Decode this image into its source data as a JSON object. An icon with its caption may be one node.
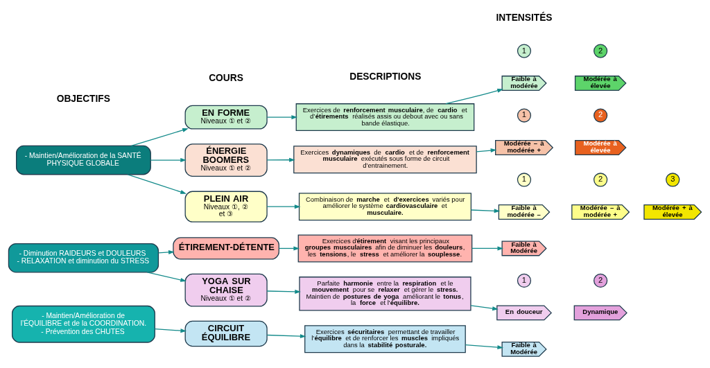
{
  "diagram": {
    "nodes": [
      {
        "text": [
          "- Maintien/Amélioration de la SANTÉ PHYSIQUE GLOBALE"
        ]
      },
      {
        "text": [
          "EN FORME",
          "Niveaux ① et ②"
        ]
      },
      {
        "text": [
          "ÉNERGIE BOOMERS",
          "Niveaux ① et ②"
        ]
      },
      {
        "text": [
          "PLEIN AIR",
          "Niveaux ①, ② et ③"
        ]
      },
      {
        "text": [
          "Exercices de **renforcement musculaire**, de **cardio** et d’**étirements** réalisés assis ou debout avec ou sans bande élastique."
        ]
      },
      {
        "text": [
          "Exercices **dynamiques** de **cardio** et de **renforcement musculaire** exécutés sous forme de circuit d’entrainement."
        ]
      },
      {
        "text": [
          "Combinaison de **marche** et **d'exercices** variés pour améliorer le système **cardiovasculaire** et **musculaire.**"
        ]
      },
      {
        "text": [
          "Faible à modérée"
        ],
        "beside": [
          "1"
        ]
      },
      {
        "text": [
          "Modérée à élevée"
        ],
        "beside": [
          "2"
        ]
      },
      {
        "text": [
          "Modérée – à modérée +"
        ],
        "beside": [
          "1"
        ]
      },
      {
        "text": [
          "Modérée à élevée"
        ],
        "beside": [
          "2"
        ]
      },
      {
        "text": [
          "Faible à modérée –"
        ],
        "beside": [
          "1"
        ]
      },
      {
        "text": [
          "Modérée – à modérée +"
        ],
        "beside": [
          "2"
        ]
      },
      {
        "text": [
          "Modérée + à élevée"
        ],
        "beside": [
          "3"
        ]
      },
      {
        "text": [
          "- Diminution RAIDEURS et DOULEURS",
          "- RELAXATION et diminution du STRESS"
        ]
      },
      {
        "text": [
          "ÉTIREMENT-DÉTENTE"
        ]
      },
      {
        "text": [
          "YOGA SUR CHAISE",
          "Niveaux ① et ②"
        ]
      },
      {
        "text": [
          "Exercices d’**étirement** visant les principaux **groupes musculaires** afin de diminuer les **douleurs**, les **tensions**, le **stress** et améliorer la **souplesse**."
        ]
      },
      {
        "text": [
          "Parfaite **harmonie** entre la **respiration** et le **mouvement** pour se **relaxer** et gérer le **stress.** Maintien de **postures de yoga** améliorant le **tonus**, la **force** et l'**équilibre.**"
        ]
      },
      {
        "text": [
          "Faible à Modérée"
        ]
      },
      {
        "text": [
          "En douceur"
        ],
        "beside": [
          "1"
        ]
      },
      {
        "text": [
          "Dynamique"
        ],
        "beside": [
          "2"
        ]
      },
      {
        "text": [
          "- Maintien/Amélioration de l’ÉQUILIBRE et de la COORDINATION.",
          "- Prévention des CHUTES"
        ]
      },
      {
        "text": [
          "CIRCUIT ÉQUILIBRE"
        ]
      },
      {
        "text": [
          "Exercices **sécuritaires** permettant de travailler l'**équilibre** et de renforcer les **muscles** impliqués dans la **stabilité posturale.**"
        ]
      },
      {
        "text": [
          "Faible à Modérée"
        ]
      }
    ],
    "edges": [
      {
        "from": 0,
        "to": 1,
        "arrow": "to"
      },
      {
        "from": 0,
        "to": 2,
        "arrow": "to"
      },
      {
        "from": 0,
        "to": 3,
        "arrow": "to"
      },
      {
        "from": 1,
        "to": 4,
        "arrow": "to"
      },
      {
        "from": 2,
        "to": 5,
        "arrow": "to"
      },
      {
        "from": 3,
        "to": 6,
        "arrow": "to"
      },
      {
        "from": 4,
        "to": 7,
        "arrow": "to"
      },
      {
        "from": 5,
        "to": 9,
        "arrow": "to"
      },
      {
        "from": 6,
        "to": 11,
        "arrow": "to"
      },
      {
        "from": 14,
        "to": 15,
        "arrow": "to"
      },
      {
        "from": 14,
        "to": 16,
        "arrow": "to"
      },
      {
        "from": 15,
        "to": 17,
        "arrow": "to"
      },
      {
        "from": 16,
        "to": 18,
        "arrow": "to"
      },
      {
        "from": 17,
        "to": 19,
        "arrow": "to"
      },
      {
        "from": 18,
        "to": 20,
        "arrow": "to"
      },
      {
        "from": 22,
        "to": 23,
        "arrow": "to"
      },
      {
        "from": 23,
        "to": 24,
        "arrow": "to"
      },
      {
        "from": 24,
        "to": 25,
        "arrow": "to"
      }
    ],
    "labels": [
      "OBJECTIFS",
      "COURS",
      "DESCRIPTIONS",
      "INTENSITÉS"
    ]
  }
}
